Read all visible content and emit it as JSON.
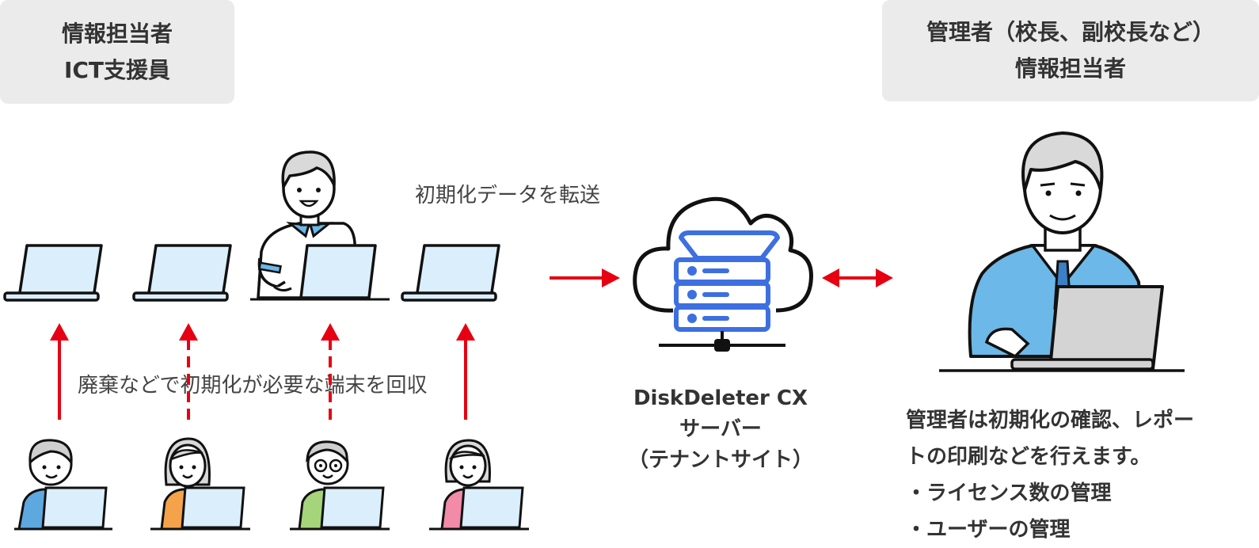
{
  "left_box": {
    "line1": "情報担当者",
    "line2": "ICT支援員"
  },
  "right_box": {
    "line1": "管理者（校長、副校長など）",
    "line2": "情報担当者"
  },
  "transfer_label": "初期化データを転送",
  "collect_label": "廃棄などで初期化が必要な端末を回収",
  "server": {
    "line1": "DiskDeleter CX",
    "line2": "サーバー",
    "line3": "（テナントサイト）"
  },
  "admin_notes": {
    "line1": "管理者は初期化の確認、レポー",
    "line2": "トの印刷などを行えます。",
    "bullet1": "・ライセンス数の管理",
    "bullet2": "・ユーザーの管理"
  },
  "colors": {
    "arrow": "#e60012",
    "screen": "#dbeefc",
    "server_blue": "#3d6fe0",
    "shirt_blue": "#6cb8e8",
    "box_bg": "#ebebeb"
  },
  "icons": [
    "laptop-icon",
    "person-icon",
    "cloud-server-icon",
    "admin-person-icon"
  ]
}
